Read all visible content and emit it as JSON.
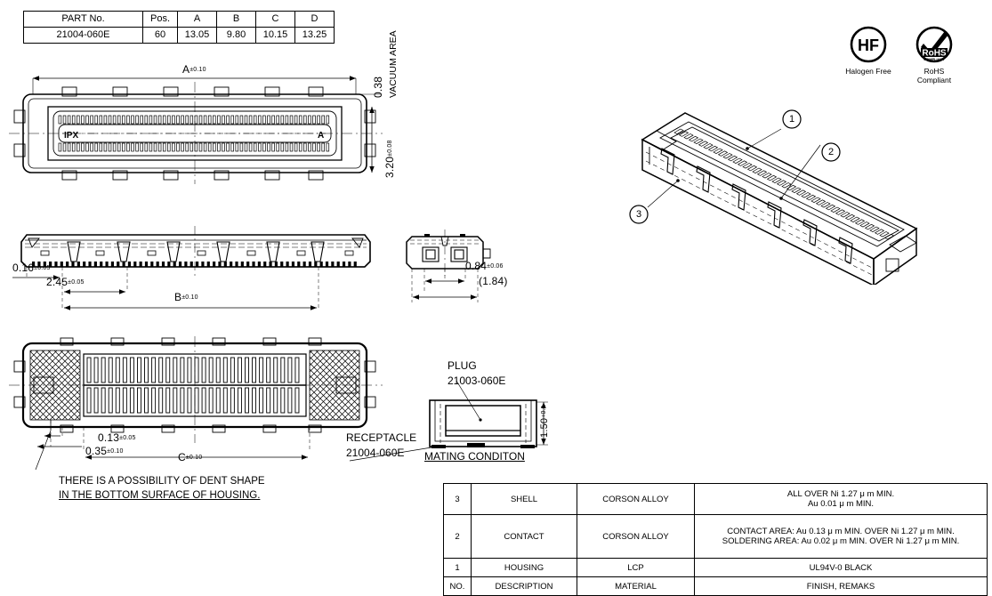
{
  "part_table": {
    "headers": [
      "PART No.",
      "Pos.",
      "A",
      "B",
      "C",
      "D"
    ],
    "rows": [
      {
        "part_no": "21004-060E",
        "pos": "60",
        "a": "13.05",
        "b": "9.80",
        "c": "10.15",
        "d": "13.25"
      }
    ]
  },
  "badges": {
    "halogen": {
      "mark": "HF",
      "caption": "Halogen Free"
    },
    "rohs": {
      "mark": "RoHS",
      "sub": "COMPLIANT",
      "caption": "RoHS Compliant"
    }
  },
  "top_view": {
    "dim_a": "A",
    "dim_a_tol": "±0.10",
    "dim_038": "0.38",
    "dim_320": "3.20",
    "dim_320_tol": "±0.08",
    "vacuum_area": "VACUUM AREA",
    "mark_ipx": "IPX",
    "mark_a": "A"
  },
  "side_view": {
    "dim_016": "0.16",
    "dim_016_tol": "±0.05",
    "dim_245": "2.45",
    "dim_245_tol": "±0.05",
    "dim_b": "B",
    "dim_b_tol": "±0.10"
  },
  "end_view": {
    "dim_084": "0.84",
    "dim_084_tol": "±0.06",
    "dim_184": "(1.84)"
  },
  "bottom_view": {
    "dim_013": "0.13",
    "dim_013_tol": "±0.05",
    "dim_035": "0.35",
    "dim_035_tol": "±0.10",
    "dim_c": "C",
    "dim_c_tol": "±0.10",
    "note_line1": "THERE IS A POSSIBILITY OF DENT SHAPE",
    "note_line2": "IN THE BOTTOM SURFACE OF HOUSING."
  },
  "mating": {
    "plug_label": "PLUG",
    "plug_pn": "21003-060E",
    "receptacle_label": "RECEPTACLE",
    "receptacle_pn": "21004-060E",
    "title": "MATING CONDITON",
    "dim_150": "1.50",
    "dim_150_tol": "+0.1"
  },
  "isometric": {
    "balloons": [
      "1",
      "2",
      "3"
    ]
  },
  "spec_table": {
    "rows": [
      {
        "no": "3",
        "description": "SHELL",
        "material": "CORSON ALLOY",
        "finish_lines": [
          "ALL OVER Ni 1.27 μ m MIN.",
          "Au 0.01 μ m MIN."
        ]
      },
      {
        "no": "2",
        "description": "CONTACT",
        "material": "CORSON ALLOY",
        "finish_lines": [
          "CONTACT AREA: Au 0.13 μ m MIN. OVER Ni 1.27 μ m MIN.",
          "SOLDERING AREA: Au 0.02 μ m MIN. OVER Ni 1.27 μ m MIN."
        ]
      },
      {
        "no": "1",
        "description": "HOUSING",
        "material": "LCP",
        "finish_lines": [
          "UL94V-0 BLACK"
        ]
      },
      {
        "no": "NO.",
        "description": "DESCRIPTION",
        "material": "MATERIAL",
        "finish_lines": [
          "FINISH, REMAKS"
        ]
      }
    ]
  }
}
